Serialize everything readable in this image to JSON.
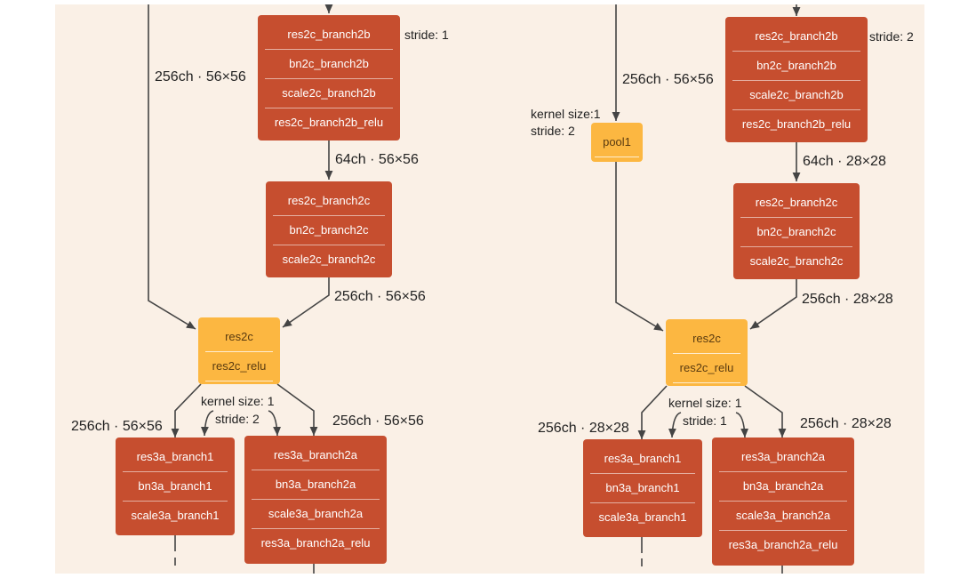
{
  "left": {
    "top_block": {
      "layers": [
        "res2c_branch2b",
        "bn2c_branch2b",
        "scale2c_branch2b",
        "res2c_branch2b_relu"
      ],
      "stride_label": "stride: 1"
    },
    "skip_label": "256ch · 56×56",
    "mid_label": "64ch · 56×56",
    "mid_block": {
      "layers": [
        "res2c_branch2c",
        "bn2c_branch2c",
        "scale2c_branch2c"
      ]
    },
    "merge_in_label": "256ch · 56×56",
    "merge_block": {
      "layers": [
        "res2c",
        "res2c_relu"
      ]
    },
    "kernel_label": "kernel size: 1",
    "stride_label": "stride: 2",
    "out_left_label": "256ch · 56×56",
    "out_right_label": "256ch · 56×56",
    "branch1_block": {
      "layers": [
        "res3a_branch1",
        "bn3a_branch1",
        "scale3a_branch1"
      ]
    },
    "branch2a_block": {
      "layers": [
        "res3a_branch2a",
        "bn3a_branch2a",
        "scale3a_branch2a",
        "res3a_branch2a_relu"
      ]
    }
  },
  "right": {
    "top_block": {
      "layers": [
        "res2c_branch2b",
        "bn2c_branch2b",
        "scale2c_branch2b",
        "res2c_branch2b_relu"
      ],
      "stride_label": "stride: 2"
    },
    "skip_label": "256ch · 56×56",
    "pool_kernel_label": "kernel size:1",
    "pool_stride_label": "stride: 2",
    "pool_block": {
      "layers": [
        "pool1"
      ]
    },
    "mid_label": "64ch · 28×28",
    "mid_block": {
      "layers": [
        "res2c_branch2c",
        "bn2c_branch2c",
        "scale2c_branch2c"
      ]
    },
    "merge_in_label": "256ch · 28×28",
    "merge_block": {
      "layers": [
        "res2c",
        "res2c_relu"
      ]
    },
    "kernel_label": "kernel size: 1",
    "stride_label": "stride: 1",
    "out_left_label": "256ch · 28×28",
    "out_right_label": "256ch · 28×28",
    "branch1_block": {
      "layers": [
        "res3a_branch1",
        "bn3a_branch1",
        "scale3a_branch1"
      ]
    },
    "branch2a_block": {
      "layers": [
        "res3a_branch2a",
        "bn3a_branch2a",
        "scale3a_branch2a",
        "res3a_branch2a_relu"
      ]
    }
  },
  "colors": {
    "conv_block": "#c64e2f",
    "merge_block": "#fcb741",
    "background": "#faf0e6",
    "edge": "#444444"
  }
}
